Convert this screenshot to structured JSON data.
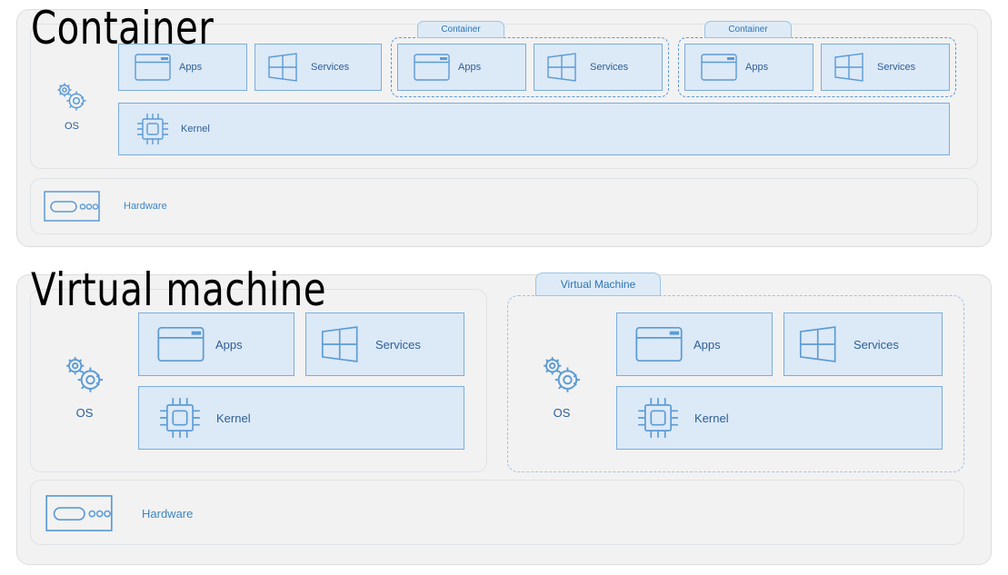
{
  "sections": [
    {
      "id": "container",
      "title": "Container",
      "os_label": "OS",
      "kernel_label": "Kernel",
      "hardware_label": "Hardware",
      "groups": [
        {
          "tab": null,
          "apps": "Apps",
          "services": "Services"
        },
        {
          "tab": "Container",
          "apps": "Apps",
          "services": "Services"
        },
        {
          "tab": "Container",
          "apps": "Apps",
          "services": "Services"
        }
      ]
    },
    {
      "id": "virtual-machine",
      "title": "Virtual machine",
      "hardware_label": "Hardware",
      "machines": [
        {
          "tab": null,
          "os_label": "OS",
          "apps": "Apps",
          "services": "Services",
          "kernel": "Kernel"
        },
        {
          "tab": "Virtual Machine",
          "os_label": "OS",
          "apps": "Apps",
          "services": "Services",
          "kernel": "Kernel"
        }
      ]
    }
  ],
  "icons": {
    "apps": "window-icon",
    "services": "windows-logo-icon",
    "kernel": "cpu-chip-icon",
    "os": "gears-icon",
    "hardware": "server-icon"
  },
  "colors": {
    "panel_bg": "#f2f2f2",
    "panel_border": "#dfe3e6",
    "box_fill": "#dce9f7",
    "box_border": "#7aaddd",
    "tab_fill": "#deebf7",
    "tab_border": "#9dc3e6",
    "accent_text": "#2e5f96",
    "dashed_border": "#5b9bd5",
    "title_text": "#000000"
  }
}
